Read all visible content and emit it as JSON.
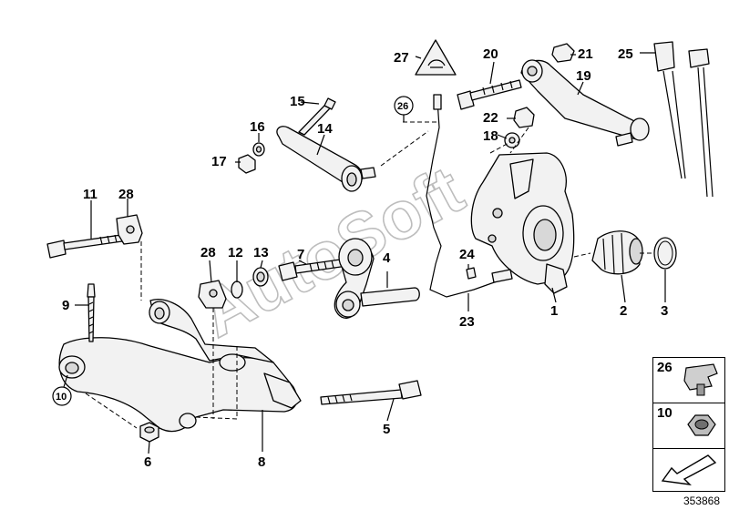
{
  "callouts": {
    "c1": "1",
    "c2": "2",
    "c3": "3",
    "c4": "4",
    "c5": "5",
    "c6": "6",
    "c7": "7",
    "c8": "8",
    "c9": "9",
    "c10": "10",
    "c11": "11",
    "c12": "12",
    "c13": "13",
    "c14": "14",
    "c15": "15",
    "c16": "16",
    "c17": "17",
    "c18": "18",
    "c19": "19",
    "c20": "20",
    "c21": "21",
    "c22": "22",
    "c23": "23",
    "c24": "24",
    "c25": "25",
    "c26": "26",
    "c27": "27",
    "c28a": "28",
    "c28b": "28"
  },
  "circled": {
    "c26": "26",
    "c10": "10"
  },
  "watermark": "AutoSoft",
  "legend": [
    {
      "number": "26",
      "icon": "clip-icon"
    },
    {
      "number": "10",
      "icon": "nut-icon"
    }
  ],
  "diagram_id": "353868",
  "colors": {
    "line": "#000000",
    "part_fill": "#f2f2f2",
    "watermark": "#bdbdbd"
  }
}
